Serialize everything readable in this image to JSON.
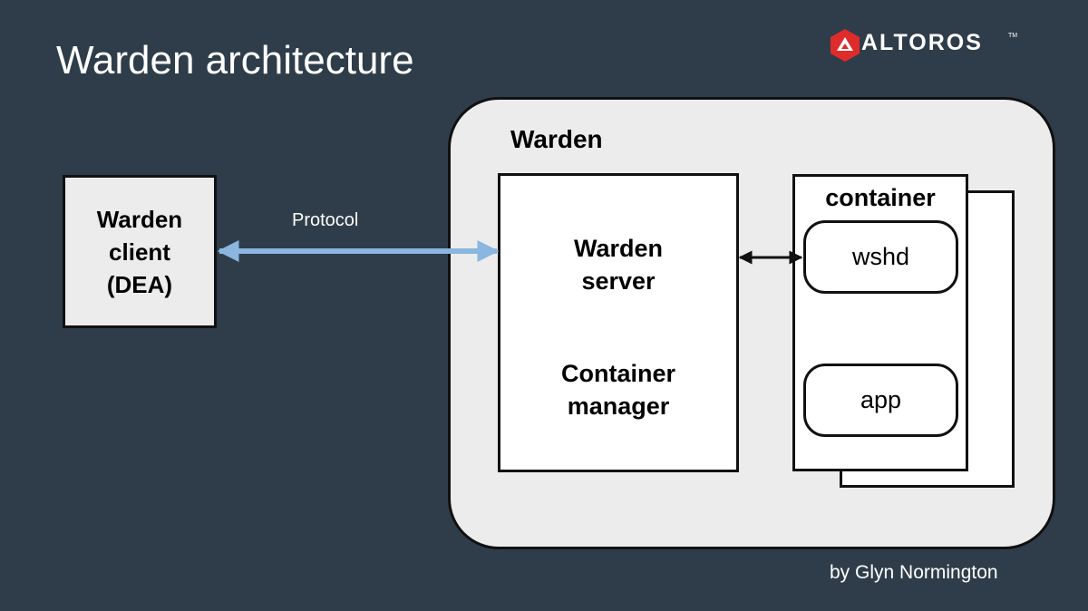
{
  "slide": {
    "title": "Warden architecture",
    "credit": "by Glyn Normington"
  },
  "logo": {
    "text": "ALTOROS",
    "trademark": "TM",
    "accent_color": "#e02b2b"
  },
  "diagram": {
    "client": {
      "label": "Warden\nclient\n(DEA)"
    },
    "connector": {
      "label": "Protocol",
      "color": "#8ab6e0"
    },
    "warden": {
      "title": "Warden",
      "server": {
        "line1": "Warden\nserver",
        "line2": "Container\nmanager"
      },
      "container": {
        "title": "container",
        "processes": [
          "wshd",
          "app"
        ]
      }
    }
  },
  "colors": {
    "background": "#2f3d4a",
    "panel": "#ececec",
    "box": "#ffffff",
    "stroke": "#111111"
  }
}
